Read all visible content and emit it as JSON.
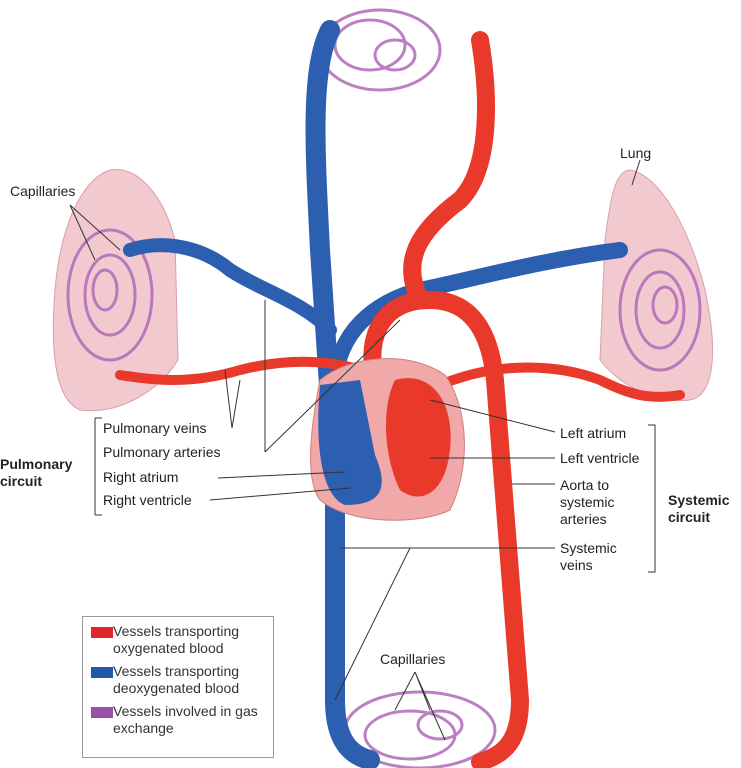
{
  "labels": {
    "capillaries_top_left": "Capillaries",
    "lung": "Lung",
    "pulmonary_veins": "Pulmonary veins",
    "pulmonary_arteries": "Pulmonary arteries",
    "right_atrium": "Right atrium",
    "right_ventricle": "Right ventricle",
    "pulmonary_circuit": "Pulmonary circuit",
    "left_atrium": "Left atrium",
    "left_ventricle": "Left ventricle",
    "aorta": "Aorta to systemic arteries",
    "systemic_circuit": "Systemic circuit",
    "systemic_veins": "Systemic veins",
    "capillaries_bottom": "Capillaries"
  },
  "legend": [
    {
      "label": "Vessels transporting oxygenated blood",
      "color": "#e0252b"
    },
    {
      "label": "Vessels transporting deoxygenated blood",
      "color": "#1f5aa8"
    },
    {
      "label": "Vessels involved in gas exchange",
      "color": "#9b4fa8"
    }
  ],
  "colors": {
    "red": "#e8392b",
    "blue": "#2c5fb0",
    "purple": "#b06ab8",
    "lung": "#f2c9cf",
    "heart": "#f0a8a8"
  }
}
